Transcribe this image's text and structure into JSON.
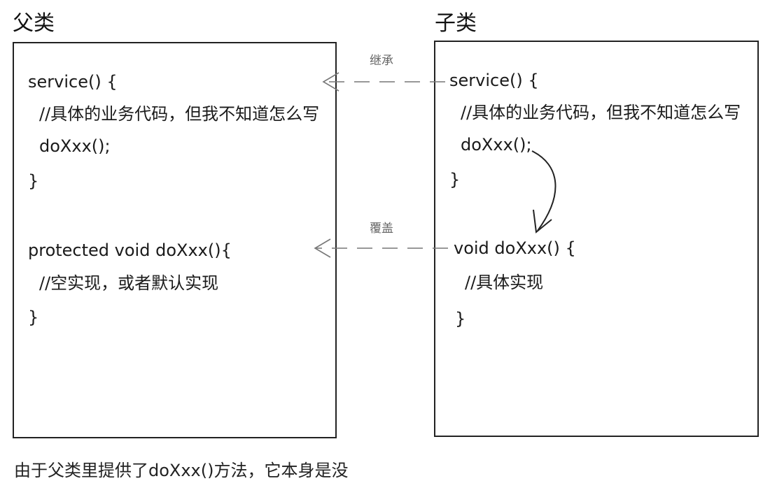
{
  "parent": {
    "title": "父类",
    "lines": [
      "service() {",
      "//具体的业务代码，但我不知道怎么写",
      "doXxx();",
      "}",
      "protected void doXxx(){",
      "//空实现，或者默认实现",
      "}"
    ]
  },
  "child": {
    "title": "子类",
    "lines": [
      "service() {",
      "//具体的业务代码，但我不知道怎么写",
      "doXxx();",
      "}",
      "void doXxx() {",
      "//具体实现",
      "}"
    ]
  },
  "arrows": {
    "inherit_label": "继承",
    "override_label": "覆盖"
  },
  "footer": {
    "text": "由于父类里提供了doXxx()方法，它本身是没"
  }
}
